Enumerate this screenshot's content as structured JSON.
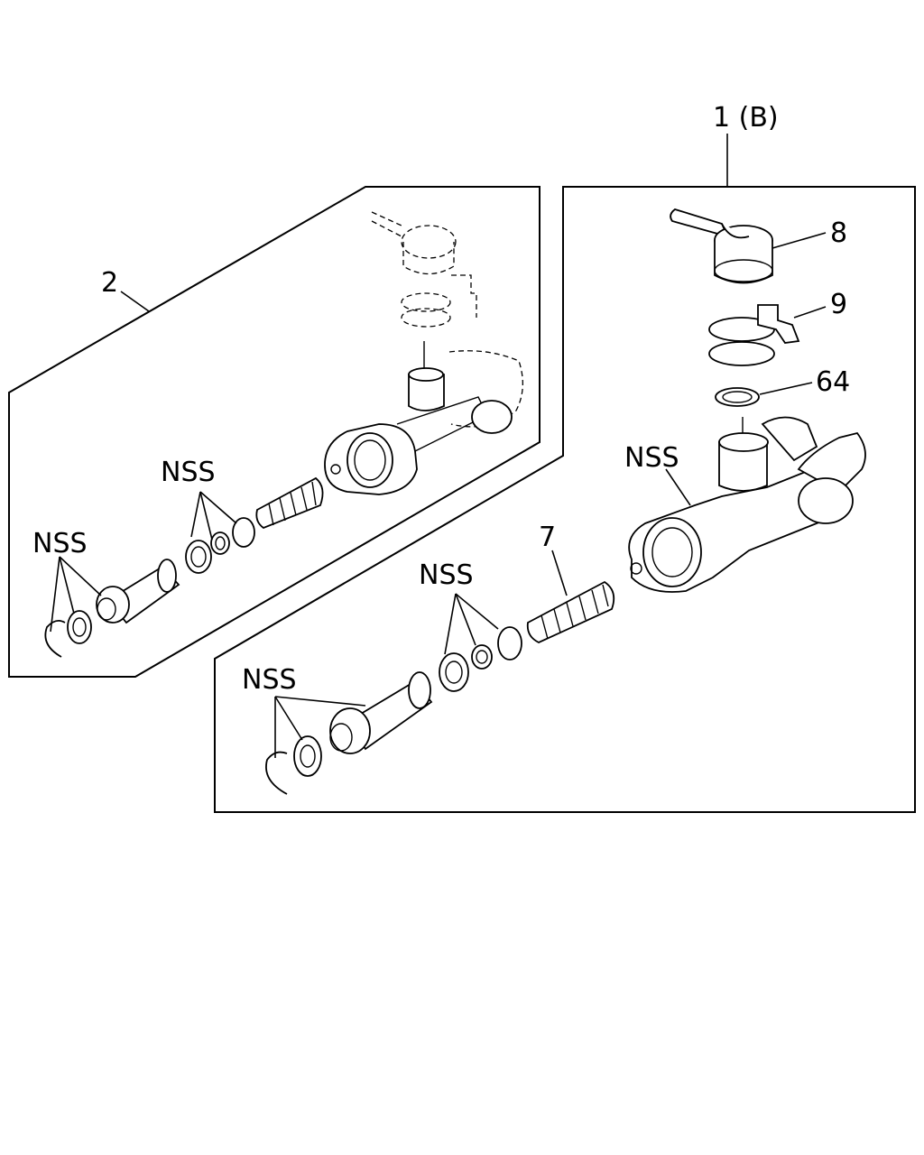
{
  "diagram": {
    "labels": {
      "assembly_1b": "1 (B)",
      "assembly_2": "2",
      "part_8": "8",
      "part_9": "9",
      "part_64": "64",
      "part_7": "7",
      "nss": "NSS"
    }
  }
}
